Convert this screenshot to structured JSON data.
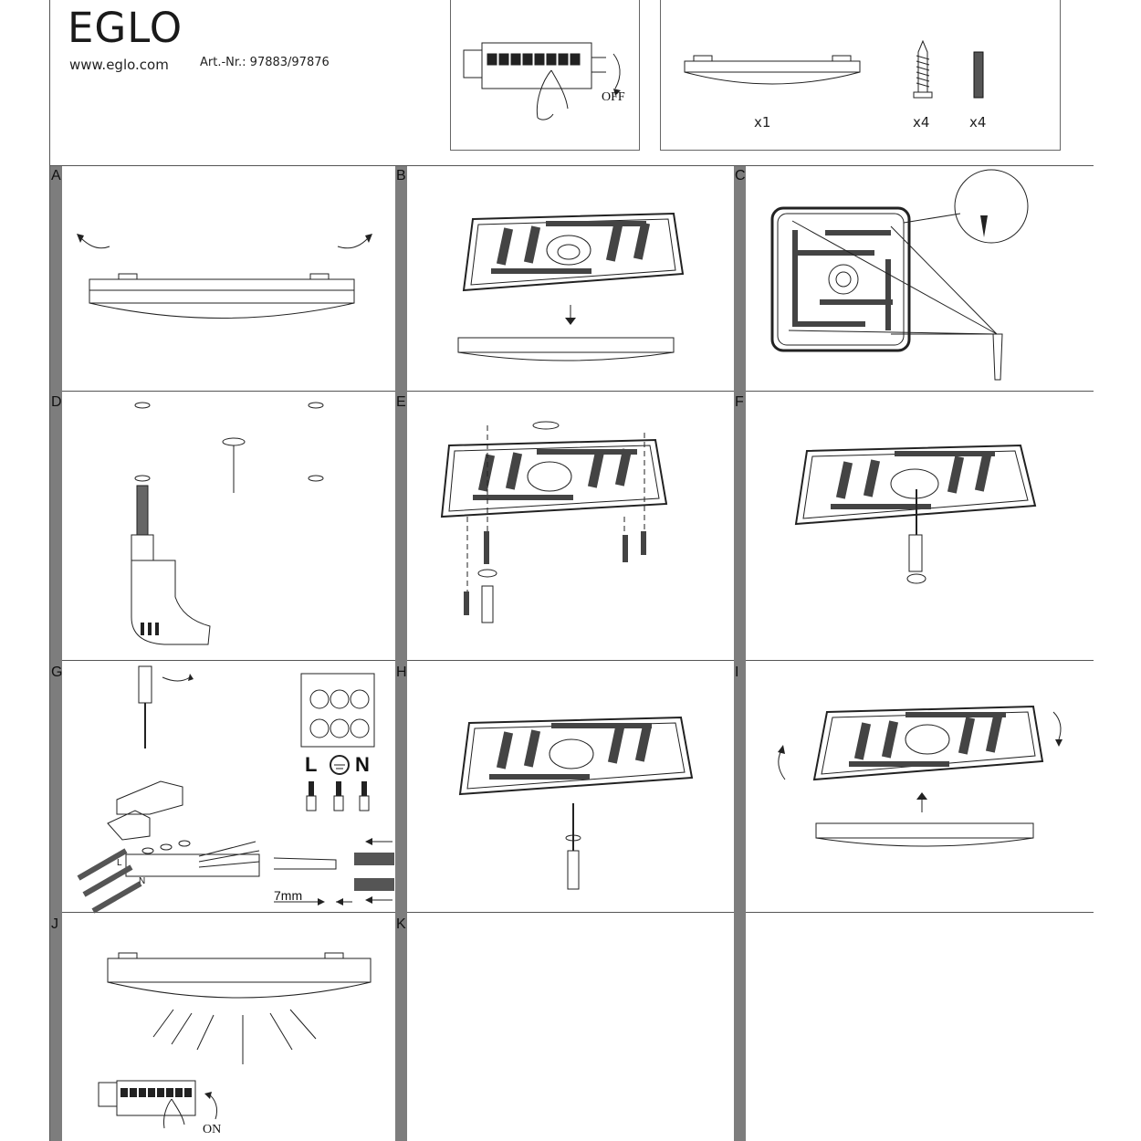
{
  "header": {
    "brand": "EGLO",
    "website": "www.eglo.com",
    "article_number": "Art.-Nr.: 97883/97876"
  },
  "power_off": {
    "label": "OFF"
  },
  "parts": [
    {
      "item": "lamp",
      "count": "x1"
    },
    {
      "item": "screw",
      "count": "x4"
    },
    {
      "item": "wall-plug",
      "count": "x4"
    }
  ],
  "steps": [
    {
      "letter": "A"
    },
    {
      "letter": "B"
    },
    {
      "letter": "C"
    },
    {
      "letter": "D"
    },
    {
      "letter": "E"
    },
    {
      "letter": "F"
    },
    {
      "letter": "G"
    },
    {
      "letter": "H"
    },
    {
      "letter": "I"
    },
    {
      "letter": "J"
    },
    {
      "letter": "K"
    }
  ],
  "wiring": {
    "terminal_L": "L",
    "terminal_N": "N",
    "strip_length": "7mm",
    "small_L": "L",
    "small_N": "N"
  },
  "power_on": {
    "label": "ON"
  }
}
